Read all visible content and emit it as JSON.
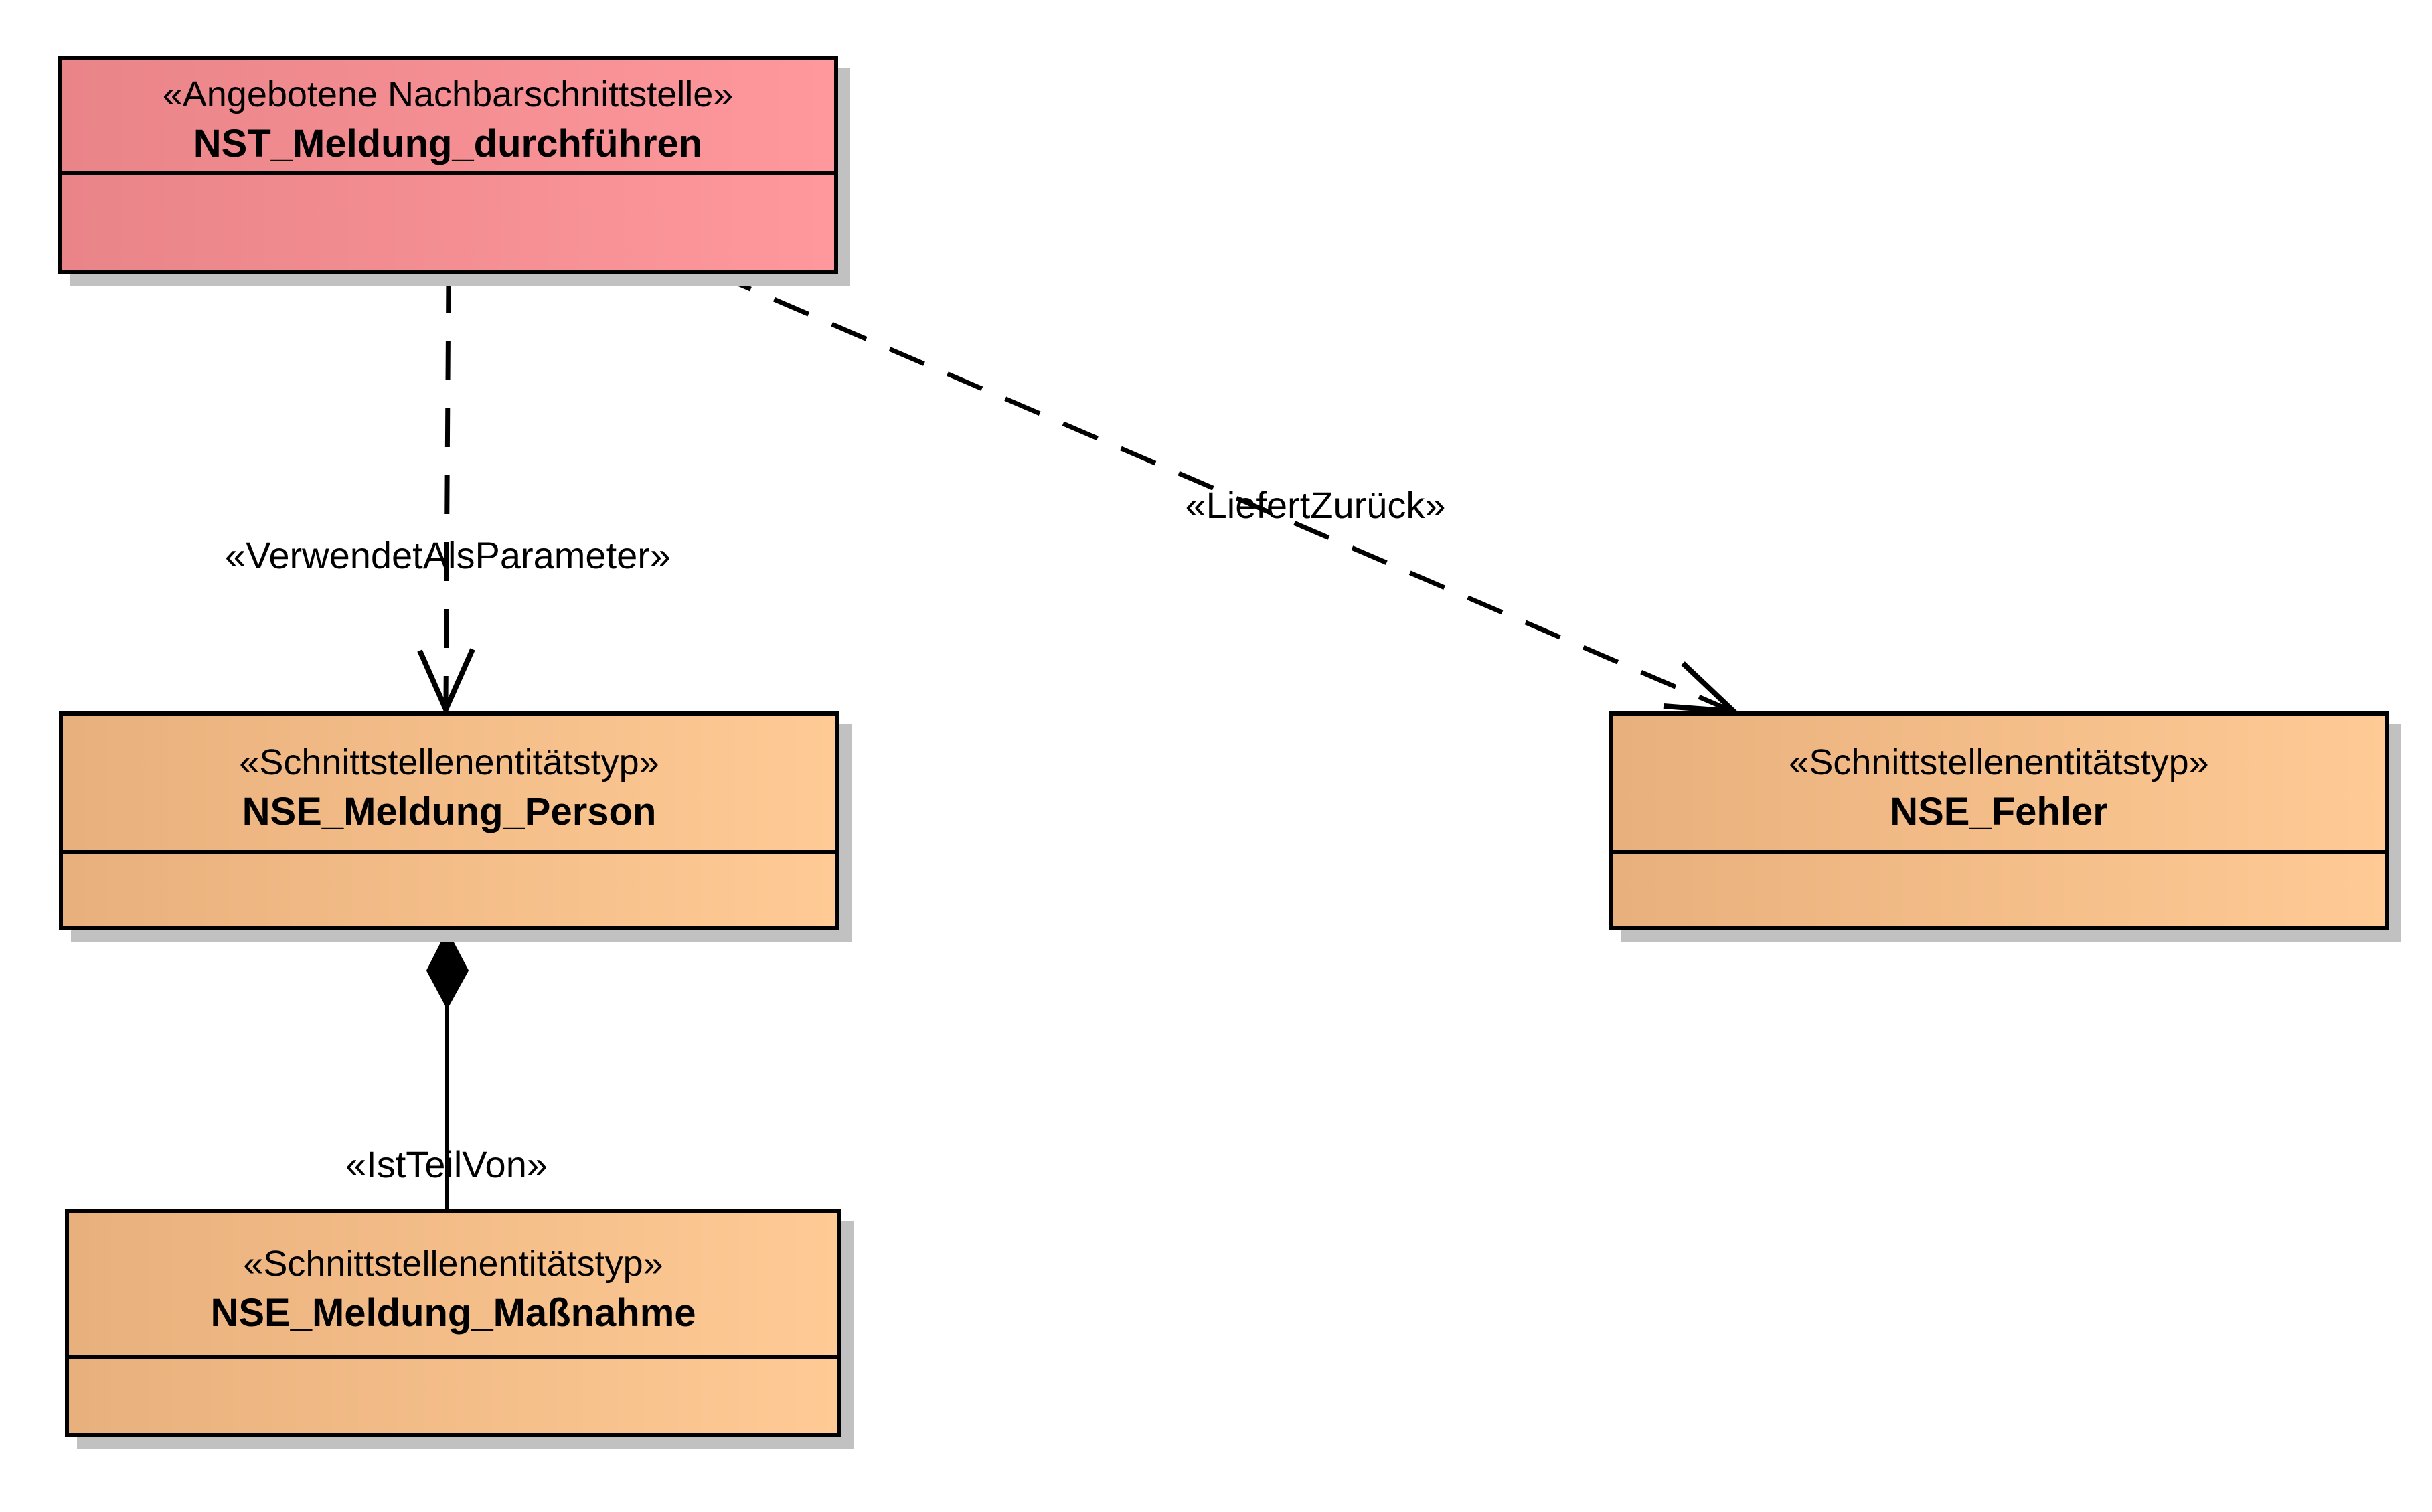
{
  "diagram": {
    "classes": {
      "nst_meldung_durchfuehren": {
        "stereotype": "«Angebotene Nachbarschnittstelle»",
        "name": "NST_Meldung_durchführen",
        "kind": "Angebotene Nachbarschnittstelle"
      },
      "nse_meldung_person": {
        "stereotype": "«Schnittstellenentitätstyp»",
        "name": "NSE_Meldung_Person",
        "kind": "Schnittstellenentitätstyp"
      },
      "nse_fehler": {
        "stereotype": "«Schnittstellenentitätstyp»",
        "name": "NSE_Fehler",
        "kind": "Schnittstellenentitätstyp"
      },
      "nse_meldung_massnahme": {
        "stereotype": "«Schnittstellenentitätstyp»",
        "name": "NSE_Meldung_Maßnahme",
        "kind": "Schnittstellenentitätstyp"
      }
    },
    "relations": {
      "verwendet_als_parameter": {
        "label": "«VerwendetAlsParameter»",
        "type": "dashed dependency with open arrowhead",
        "from": "NST_Meldung_durchführen",
        "to": "NSE_Meldung_Person"
      },
      "liefert_zurueck": {
        "label": "«LiefertZurück»",
        "type": "dashed dependency with open arrowhead",
        "from": "NST_Meldung_durchführen",
        "to": "NSE_Fehler"
      },
      "ist_teil_von": {
        "label": "«IstTeilVon»",
        "type": "composition with filled diamond",
        "from": "NSE_Meldung_Maßnahme",
        "to": "NSE_Meldung_Person"
      }
    },
    "colors": {
      "interface_fill_left": "#e98489",
      "interface_fill_right": "#fe989c",
      "entity_fill_left": "#e8b07c",
      "entity_fill_right": "#ffca95",
      "border": "#000000",
      "shadow": "#c1c1c1",
      "background": "#ffffff"
    }
  }
}
